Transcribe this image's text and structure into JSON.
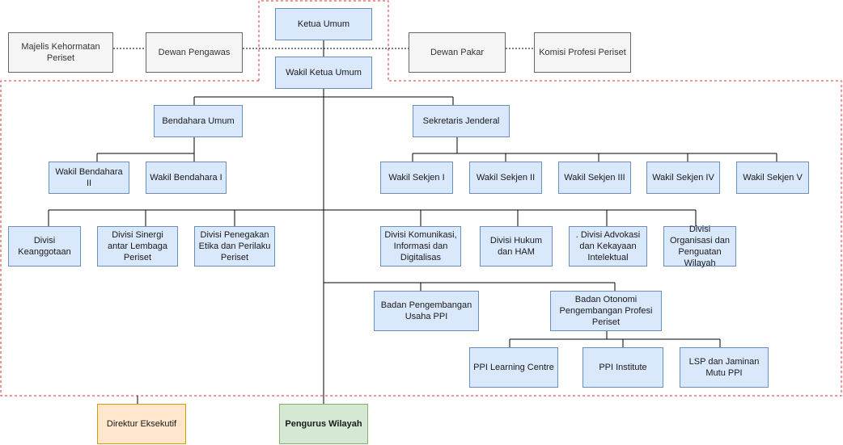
{
  "nodes": {
    "ketua_umum": "Ketua  Umum",
    "majelis_kehormatan": "Majelis Kehormatan Periset",
    "dewan_pengawas": "Dewan Pengawas",
    "dewan_pakar": "Dewan Pakar",
    "komisi_profesi": "Komisi Profesi Periset",
    "wakil_ketua_umum": "Wakil Ketua Umum",
    "bendahara_umum": "Bendahara Umum",
    "sekretaris_jenderal": "Sekretaris Jenderal",
    "wakil_bendahara_ii": "Wakil Bendahara II",
    "wakil_bendahara_i": "Wakil Bendahara I",
    "wakil_sekjen_i": "Wakil Sekjen I",
    "wakil_sekjen_ii": "Wakil Sekjen II",
    "wakil_sekjen_iii": "Wakil Sekjen III",
    "wakil_sekjen_iv": "Wakil Sekjen IV",
    "wakil_sekjen_v": "Wakil Sekjen V",
    "divisi_keanggotaan": "Divisi Keanggotaan",
    "divisi_sinergi": "Divisi Sinergi antar Lembaga Periset",
    "divisi_penegakan": "Divisi Penegakan Etika dan Perilaku Periset",
    "divisi_komunikasi": "Divisi Komunikasi, Informasi dan Digitalisas",
    "divisi_hukum": "Divisi Hukum dan HAM",
    "divisi_advokasi": ". Divisi Advokasi dan Kekayaan Intelektual",
    "divisi_organisasi": "Divisi Organisasi dan Penguatan Wilayah",
    "badan_usaha": "Badan Pengembangan Usaha PPI",
    "badan_otonomi": "Badan Otonomi Pengembangan Profesi Periset",
    "ppi_learning": "PPI Learning Centre",
    "ppi_institute": "PPI Institute",
    "lsp": "LSP dan Jaminan Mutu PPI",
    "direktur_eksekutif": "Direktur Eksekutif",
    "pengurus_wilayah": "Pengurus Wilayah"
  },
  "colors": {
    "blue_fill": "#dae8fc",
    "blue_stroke": "#6c8ebf",
    "grey_fill": "#f5f5f5",
    "grey_stroke": "#666666",
    "orange_fill": "#ffe6cc",
    "orange_stroke": "#d79b00",
    "green_fill": "#d5e8d4",
    "green_stroke": "#82b366",
    "dashed_border": "#e0322e"
  }
}
